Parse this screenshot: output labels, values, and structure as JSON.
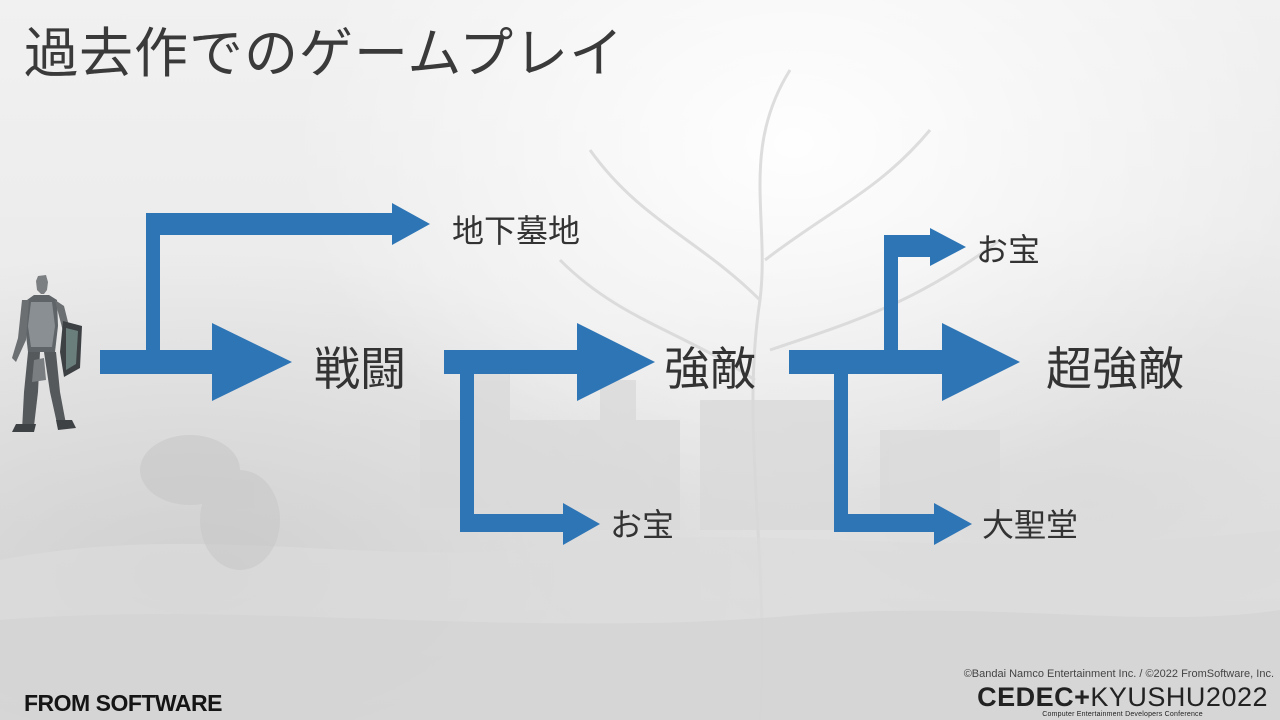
{
  "slide": {
    "title": "過去作でのゲームプレイ",
    "copyright": "©Bandai Namco Entertainment Inc. / ©2022 FromSoftware, Inc.",
    "logo_left": "FROM SOFTWARE",
    "logo_right": {
      "main_bold": "CEDEC+",
      "main_rest": "KYUSHU2022",
      "sub": "Computer Entertainment Developers Conference"
    }
  },
  "diagram": {
    "arrow_color": "#2E75B6",
    "nodes": {
      "battle": "戦闘",
      "catacomb": "地下墓地",
      "treasure_1": "お宝",
      "strong_enemy": "強敵",
      "treasure_2": "お宝",
      "cathedral": "大聖堂",
      "super_strong_enemy": "超強敵"
    },
    "player_icon": "knight-figure"
  }
}
